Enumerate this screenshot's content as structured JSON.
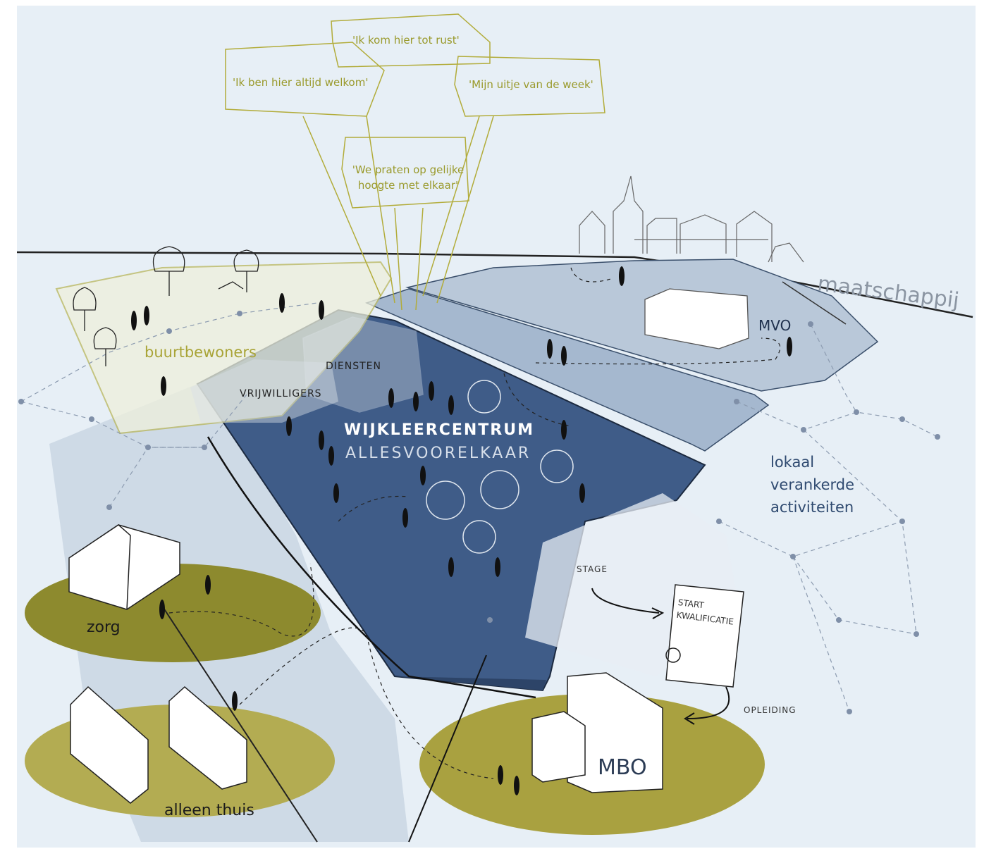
{
  "quotes": {
    "rust": "'Ik kom hier tot rust'",
    "welkom": "'Ik ben hier altijd welkom'",
    "uitje": "'Mijn uitje van de week'",
    "gelijke": "'We praten op gelijke hoogte met elkaar'"
  },
  "zones": {
    "buurtbewoners": "buurtbewoners",
    "diensten": "DIENSTEN",
    "vrijwilligers": "VRIJWILLIGERS",
    "maatschappij": "maatschappij",
    "mvo": "MVO",
    "lokaal": [
      "lokaal",
      "verankerde",
      "activiteiten"
    ]
  },
  "center": {
    "title": "WIJKLEERCENTRUM",
    "subtitle": "ALLESVOORELKAAR"
  },
  "ground": {
    "zorg": "zorg",
    "alleen_thuis": "alleen thuis",
    "mbo": "MBO"
  },
  "path": {
    "stage": "STAGE",
    "certificate": "START KWALIFICATIE",
    "opleiding": "OPLEIDING"
  },
  "icons": [
    "plant-icon",
    "bicycle-icon",
    "gears-icon",
    "lightbulb-icon",
    "plate-cutlery-icon"
  ],
  "colors": {
    "sky": "#e6eef5",
    "central_plate": "#3d5a86",
    "side_plate": "#a7bad0",
    "olive": "#a9a437",
    "ground_olive": "#8d8a2e"
  }
}
